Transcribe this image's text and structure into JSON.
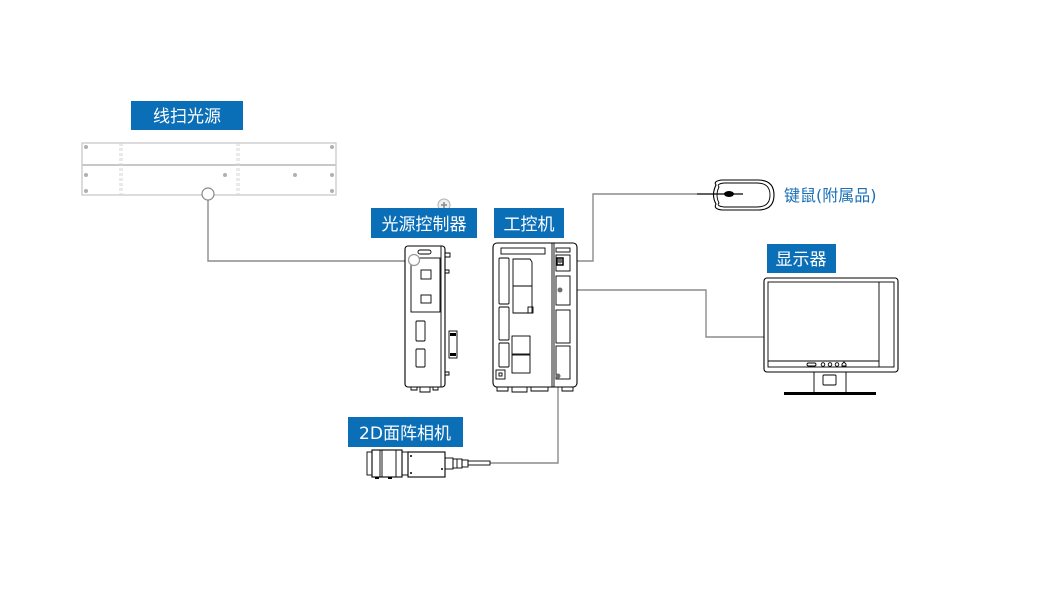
{
  "title": "系统构成图",
  "components": {
    "line_light": {
      "label": "线扫光源",
      "icon": "line-scan-light-icon"
    },
    "light_controller": {
      "label": "光源控制器",
      "icon": "light-controller-icon"
    },
    "ipc": {
      "label": "工控机",
      "icon": "industrial-pc-icon"
    },
    "keyboard_mouse": {
      "label": "键鼠(附属品)",
      "icon": "mouse-icon"
    },
    "monitor": {
      "label": "显示器",
      "icon": "monitor-icon"
    },
    "camera": {
      "label": "2D面阵相机",
      "icon": "area-camera-icon"
    }
  },
  "colors": {
    "label_bg": "#0b6fb8",
    "label_text": "#ffffff",
    "plain_label_text": "#1a6fb5",
    "wire": "#8c8c8c"
  },
  "zoom_control": {
    "icon": "plus-circle-icon"
  }
}
